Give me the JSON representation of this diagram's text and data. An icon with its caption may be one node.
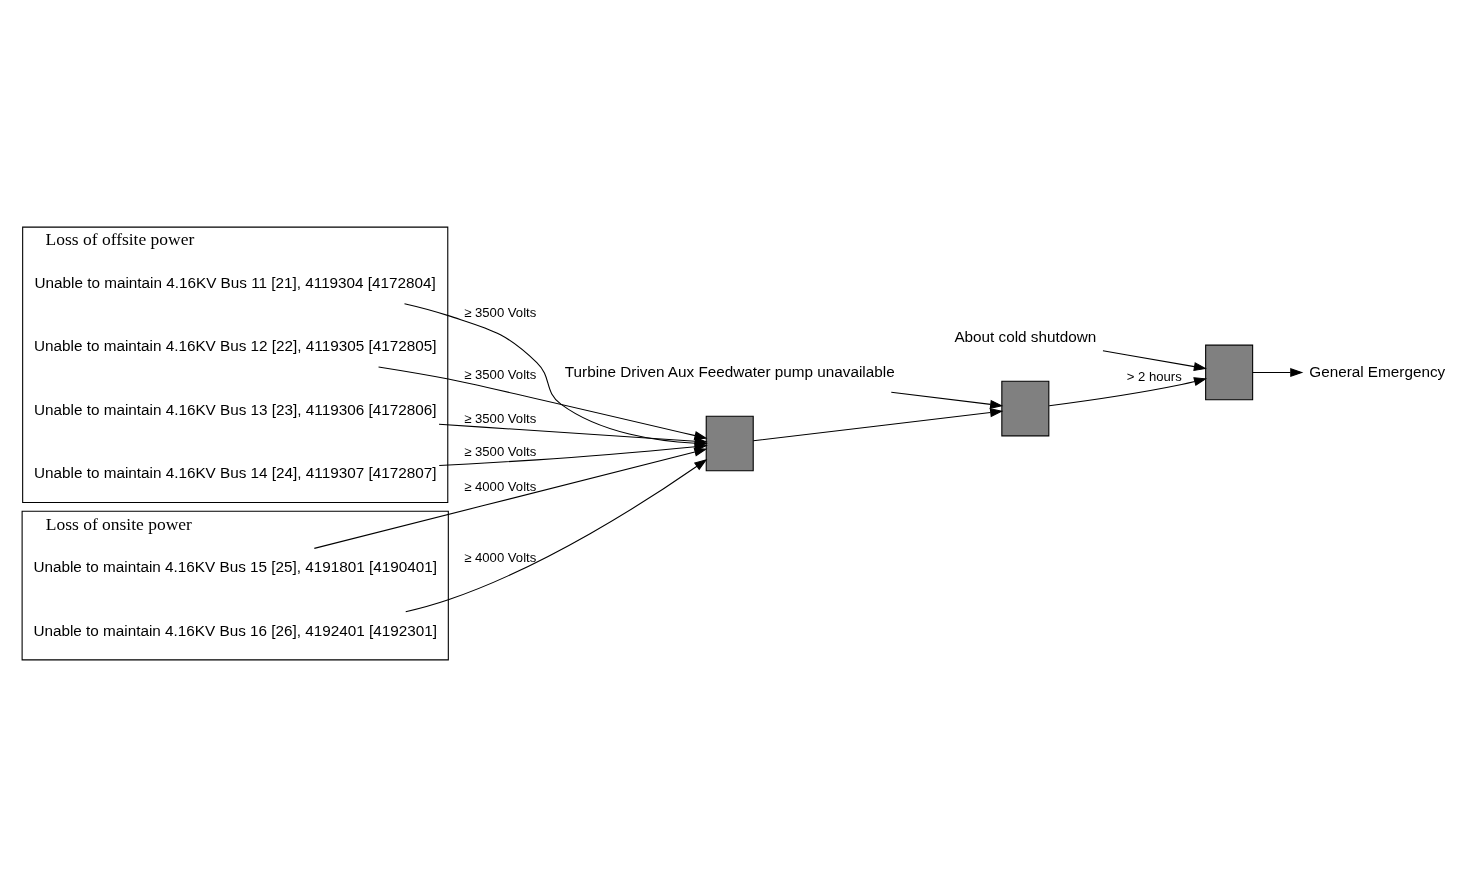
{
  "diagram": {
    "nodes": [
      {
        "text": [
          "About cold shutdown"
        ]
      },
      {
        "text": [
          "Turbine Driven Aux Feedwater pump unavailable"
        ]
      },
      {
        "text": [
          "Loss of offsite power"
        ]
      },
      {
        "text": [
          "Unable to maintain 4.16KV Bus 11 [21], 4119304 [4172804]"
        ],
        "in": 2
      },
      {
        "text": [
          "Unable to maintain 4.16KV Bus 12 [22], 4119305 [4172805]"
        ],
        "in": 2
      },
      {
        "text": [
          "Unable to maintain 4.16KV Bus 13 [23], 4119306 [4172806]"
        ],
        "in": 2
      },
      {
        "text": [
          "Unable to maintain 4.16KV Bus 14 [24], 4119307 [4172807]"
        ],
        "in": 2
      },
      {
        "text": [
          "Loss of onsite power"
        ]
      },
      {
        "text": [
          "Unable to maintain 4.16KV Bus 15 [25], 4191801 [4190401]"
        ],
        "in": 7
      },
      {
        "text": [
          "Unable to maintain 4.16KV Bus 16 [26], 4192401 [4192301]"
        ],
        "in": 7
      },
      {
        "text": [],
        "shape": "box"
      },
      {
        "text": [],
        "shape": "box"
      },
      {
        "text": [],
        "shape": "box"
      },
      {
        "text": [
          "General Emergency"
        ]
      }
    ],
    "edges": [
      {
        "from": 0,
        "to": 12,
        "arrow": "to"
      },
      {
        "from": 1,
        "to": 11,
        "arrow": "to"
      },
      {
        "from": 3,
        "to": 10,
        "arrow": "to",
        "label": "≥ 3500 Volts"
      },
      {
        "from": 4,
        "to": 10,
        "arrow": "to",
        "label": "≥ 3500 Volts"
      },
      {
        "from": 5,
        "to": 10,
        "arrow": "to",
        "label": "≥ 3500 Volts"
      },
      {
        "from": 6,
        "to": 10,
        "arrow": "to",
        "label": "≥ 3500 Volts"
      },
      {
        "from": 8,
        "to": 10,
        "arrow": "to",
        "label": "≥ 4000 Volts"
      },
      {
        "from": 9,
        "to": 10,
        "arrow": "to",
        "label": "≥ 4000 Volts"
      },
      {
        "from": 10,
        "to": 11,
        "arrow": "to"
      },
      {
        "from": 11,
        "to": 12,
        "arrow": "to",
        "label": "> 2 hours"
      },
      {
        "from": 12,
        "to": 13,
        "arrow": "to"
      }
    ]
  }
}
